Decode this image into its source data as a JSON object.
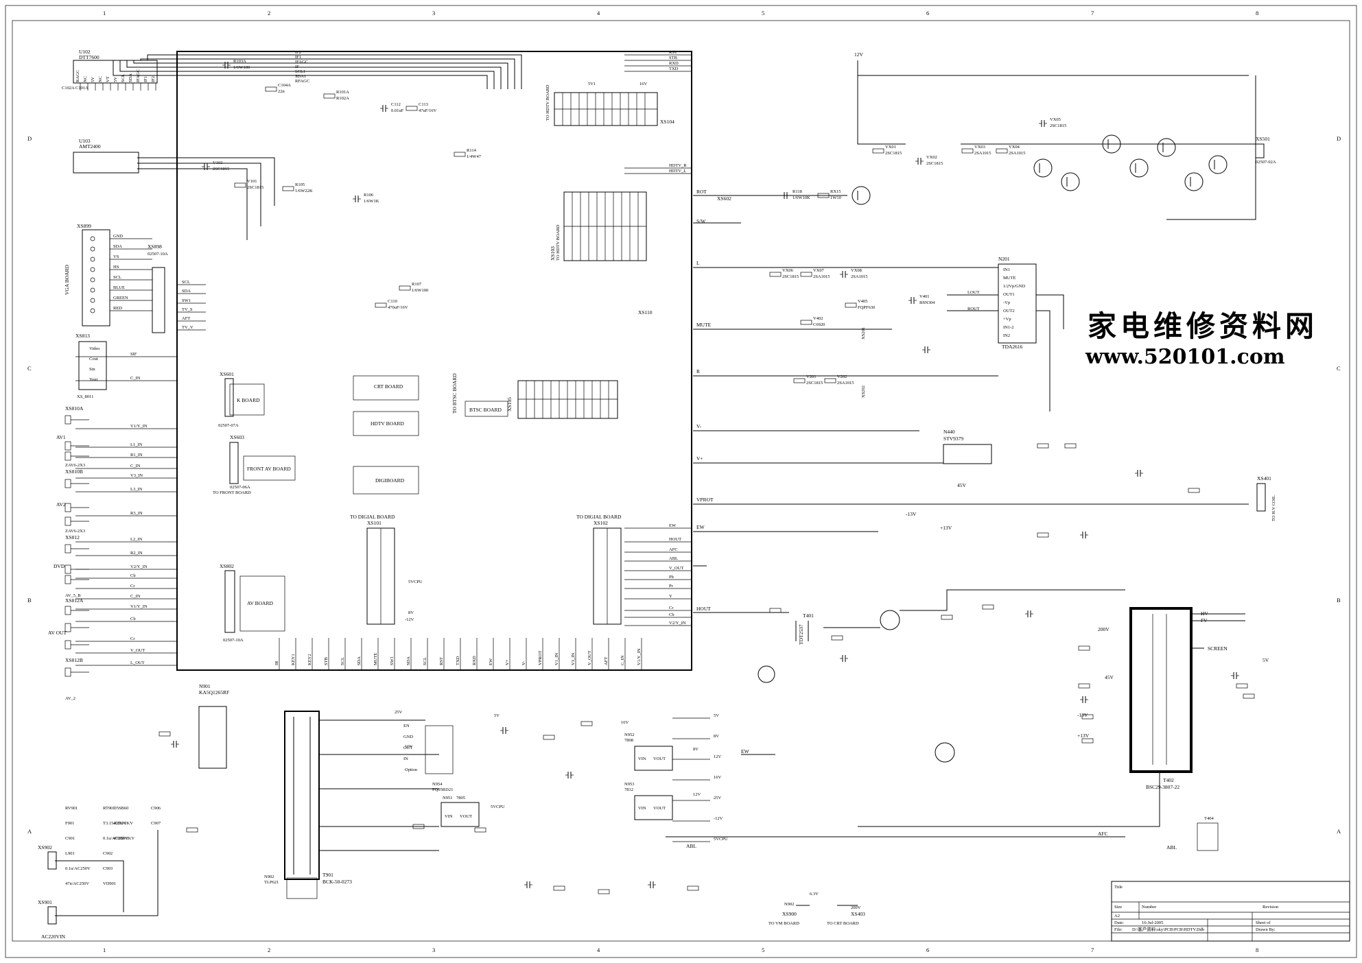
{
  "sheet": {
    "col_labels": [
      "1",
      "2",
      "3",
      "4",
      "5",
      "6",
      "7",
      "8"
    ],
    "row_labels": [
      "D",
      "C",
      "B",
      "A"
    ]
  },
  "watermark": {
    "chinese": "家电维修资料网",
    "url": "www.520101.com"
  },
  "title_block": {
    "title_label": "Title",
    "size_label": "Size",
    "size_value": "A2",
    "number_label": "Number",
    "revision_label": "Revision",
    "date_label": "Date:",
    "date_value": "16-Jul-2005",
    "file_label": "File:",
    "file_value": "D:\\客户资料\\sky\\PCB\\PCB\\HDTV.Ddb",
    "sheet_label": "Sheet    of",
    "drawn_label": "Drawn By:"
  },
  "boards": {
    "crt": "CRT BOARD",
    "hdtv": "HDTV BOARD",
    "digi": "DIGIBOARD",
    "k": "K BOARD",
    "front_av": "FRONT AV BOARD",
    "av": "AV BOARD",
    "btsc": "BTSC BOARD",
    "to_btsc": "TO BTSC BOARD",
    "to_front": "TO FRONT BOARD",
    "to_digital_1": "TO DIGIAL BOARD",
    "to_digital_2": "TO DIGIAL BOARD",
    "to_hdtv_1": "TO HDTV BOARD",
    "to_hdtv_2": "TO HDTV BOARD",
    "to_vm": "TO VM BOARD",
    "to_crt": "TO CRT BOARD",
    "to_h_coil": "TO H.V COIL"
  },
  "connectors": {
    "xs104": "XS104",
    "xs103": "XS103",
    "xs110": "XS110",
    "xs105": "XS105",
    "xs101": "XS101",
    "xs102": "XS102",
    "xs601": "XS601",
    "xs603": "XS603",
    "xs802": "XS802",
    "xs899": "XS899",
    "xs898": "XS898",
    "xs813": "XS813",
    "xs810a": "XS810A",
    "xs810b": "XS810B",
    "xs812": "XS812",
    "xs812a": "XS812A",
    "xs812b": "XS812B",
    "xs401": "XS401",
    "xs501": "XS501",
    "xs602": "XS602",
    "xs901": "XS901",
    "xs902": "XS902",
    "xs900": "XS900",
    "xs403": "XS403",
    "xs201": "XS201",
    "xs202": "XS202",
    "xs_8011": "XS_8011",
    "p02507_10a": "02507-10A",
    "p02507_07a": "02507-07A",
    "p02507_06a": "02507-06A",
    "p02507_02a": "02507-02A",
    "p02507_10a_b": "02507-10A"
  },
  "ics": {
    "u102": "U102",
    "u102_part": "DTT7600",
    "u103": "U103",
    "u103_part": "AMT2400",
    "n201": "N201",
    "n201_part": "TDA2616",
    "n440": "N440",
    "n440_part": "STV9379",
    "n901": "N901",
    "n901_part": "KA5Q1265RF",
    "n954": "N954",
    "n954_part": "PQ05RD21",
    "n951": "N951",
    "n951_part": "7805",
    "n952": "N952",
    "n952_part": "7808",
    "n953": "N953",
    "n953_part": "7812",
    "n902": "N902",
    "n902_part": "TLP621",
    "t901": "T901",
    "t901_part": "BCK-50-0273",
    "t401": "T401",
    "t401_part": "TDT2537",
    "t402": "T402",
    "t402_part": "BSC29-3807-22",
    "t404": "T404"
  },
  "labels": {
    "vga_board": "VGA BOARD",
    "ac_in": "AC220VIN",
    "option": "Option",
    "screen": "SCREEN",
    "hv": "HV",
    "fv": "FV",
    "rot": "ROT",
    "sw": "S/W",
    "l": "L",
    "r": "R",
    "mute": "MUTE",
    "v_minus": "V-",
    "v_plus": "V+",
    "vprot": "VPROT",
    "ew": "EW",
    "hout": "HOUT",
    "abl": "ABL",
    "afc": "AFC",
    "v12_top": "12V",
    "v5": "5V",
    "v8": "8V",
    "v12": "12V",
    "v16": "16V",
    "v25": "25V",
    "v45": "45V",
    "v200": "200V",
    "v6_3": "6.3V",
    "v_minus13": "-13V",
    "v_plus13": "+13V",
    "v_minus12": "-12V",
    "vcpu": "5VCPU",
    "vin": "VIN",
    "vout": "VOUT",
    "gnd": "GND",
    "en": "EN",
    "out": "OUT",
    "in": "IN",
    "av1": "AV1",
    "av2": "AV2",
    "dvd": "DVD",
    "av_out": "AV OUT",
    "zav6_1": "ZAV6-2X3",
    "zav6_2": "ZAV6-2X3",
    "av5b": "AV_5_B",
    "av2_low": "AV_2",
    "video_in": "Video",
    "cout": "Cout",
    "sin": "Sin",
    "yout": "Yout"
  },
  "signals_main_left": [
    "SCL",
    "SDA",
    "SW1",
    "TV_S",
    "AFT",
    "TV_V",
    "SIF",
    "C_IN",
    "V1/Y_IN",
    "L1_IN",
    "R1_IN",
    "C_IN",
    "V3_IN",
    "L3_IN",
    "R3_IN",
    "L2_IN",
    "R2_IN",
    "V2/Y_IN",
    "Cb",
    "Cr",
    "C_IN",
    "V1/Y_IN",
    "Cb",
    "Cr",
    "V_OUT",
    "L_OUT",
    "R_OUT",
    "HDTV_L",
    "HDTV_R"
  ],
  "signals_main_right": [
    "RST",
    "STB",
    "RXD",
    "TXD",
    "HDTV_R",
    "HDTV_L",
    "EW",
    "HOUT",
    "AFC",
    "ABL",
    "V_OUT",
    "Pb",
    "Pr",
    "Y",
    "Cr",
    "Cb",
    "V2/Y_IN"
  ],
  "signals_bottom": [
    "IR",
    "KEY1",
    "KEY2",
    "STB",
    "SCL",
    "SDA",
    "MUTE",
    "SW1",
    "SDA",
    "SCL",
    "RST",
    "TXD",
    "RXD",
    "EW",
    "V+",
    "V-",
    "VPROT",
    "V1_IN",
    "V3_IN",
    "V_OUT",
    "AFT",
    "C_IN",
    "V1/Y_IN"
  ],
  "tuner_pins": [
    "RAGC",
    "NC",
    "5V",
    "NC",
    "VT",
    "5V",
    "SCL",
    "SDA",
    "IFAGC",
    "IF1",
    "IF2"
  ],
  "vga_pins": [
    "GND",
    "SDA",
    "VS",
    "HS",
    "SCL",
    "BLUE",
    "GREEN",
    "RED"
  ],
  "power_parts": [
    "RV901",
    "RT901",
    "F901",
    "T3.15A250V",
    "C901",
    "0.1u/AC250V",
    "L901",
    "C902",
    "0.1u/AC250V",
    "C903",
    "47n/AC250V",
    "VD901",
    "D5SB60",
    "C906",
    "470U/1KV",
    "C907",
    "4700P/1KV"
  ],
  "regulator_outputs": [
    "5V",
    "8V",
    "12V",
    "16V",
    "25V",
    "-12V",
    "5VCPU"
  ],
  "part_refs_sample": [
    "R103A",
    "1/6W100",
    "C104A",
    "22n",
    "R101A",
    "R102A",
    "C112",
    "0.01uF",
    "C113",
    "47uF/16V",
    "R114",
    "1/4W47",
    "V103",
    "2SC1815",
    "V101",
    "2SC1815",
    "R105",
    "1/6W22K",
    "R106",
    "1/6W1K",
    "R107",
    "1/6W100",
    "C110",
    "470uF/16V",
    "R118",
    "1/6W10K",
    "RX15",
    "1W10",
    "VX01",
    "2SC1815",
    "VX02",
    "2SC1815",
    "VX03",
    "2SA1015",
    "VX04",
    "2SA1015",
    "VX05",
    "2SC1815",
    "VX06",
    "2SC1815",
    "VX07",
    "2SA1015",
    "VX08",
    "2SA1015",
    "V402",
    "C6920",
    "V405",
    "FQPF630",
    "V401",
    "BSN304",
    "V201",
    "2SC1815",
    "V202",
    "2SA1015"
  ]
}
